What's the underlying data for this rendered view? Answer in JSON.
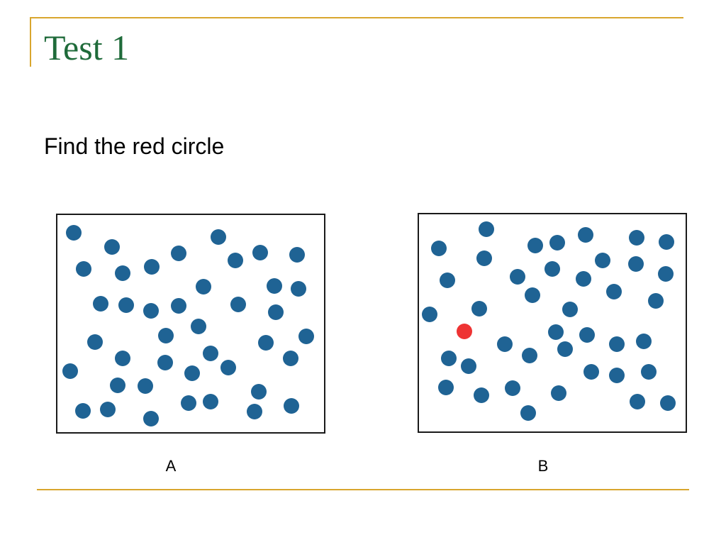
{
  "slide": {
    "title": "Test 1",
    "instruction": "Find the red circle"
  },
  "panels": {
    "a_label": "A",
    "b_label": "B"
  },
  "colors": {
    "accent": "#d9a62e",
    "title": "#1f6b3a",
    "distractor": "#1f6394",
    "target": "#ee3333"
  }
}
